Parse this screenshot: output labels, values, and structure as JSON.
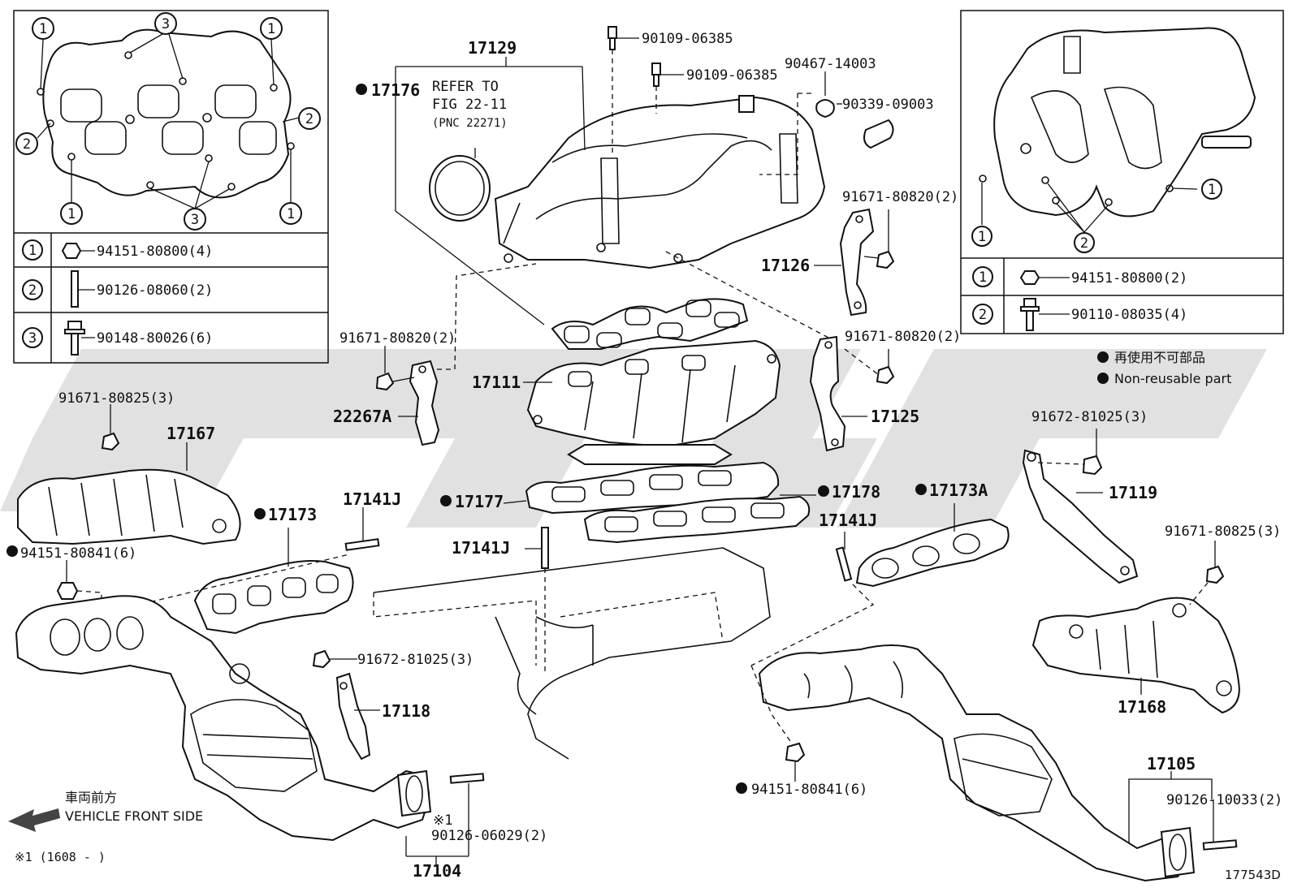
{
  "figure_code": "177543D",
  "legend": {
    "jp": "再使用不可部品",
    "en": "Non-reusable part"
  },
  "front_direction": {
    "jp": "車両前方",
    "en": "VEHICLE FRONT SIDE"
  },
  "footnote": "※1 (1608 -        )",
  "footnote_mark": "※1",
  "refer": {
    "line1": "REFER TO",
    "line2": "FIG 22-11",
    "line3": "(PNC 22271)"
  },
  "left_inset": {
    "callouts": [
      "1",
      "2",
      "3"
    ],
    "rows": [
      {
        "num": "1",
        "part": "94151-80800(4)"
      },
      {
        "num": "2",
        "part": "90126-08060(2)"
      },
      {
        "num": "3",
        "part": "90148-80026(6)"
      }
    ]
  },
  "right_inset": {
    "callouts": [
      "1",
      "2"
    ],
    "rows": [
      {
        "num": "1",
        "part": "94151-80800(2)"
      },
      {
        "num": "2",
        "part": "90110-08035(4)"
      }
    ]
  },
  "labels": {
    "p17129": "17129",
    "p17176": "17176",
    "p90109a": "90109-06385",
    "p90109b": "90109-06385",
    "p90467": "90467-14003",
    "p90339": "90339-09003",
    "p91671_tr": "91671-80820(2)",
    "p17126": "17126",
    "p91671_mr": "91671-80820(2)",
    "p17125": "17125",
    "p91671_ml": "91671-80820(2)",
    "p22267A": "22267A",
    "p17111": "17111",
    "p91671_825l": "91671-80825(3)",
    "p17167": "17167",
    "p17173": "17173",
    "p17141J_l": "17141J",
    "p17177": "17177",
    "p17178": "17178",
    "p17173A": "17173A",
    "p17141J_c": "17141J",
    "p17141J_r": "17141J",
    "p94151_l": "94151-80841(6)",
    "p91672_l": "91672-81025(3)",
    "p17118": "17118",
    "p91672_r": "91672-81025(3)",
    "p17119": "17119",
    "p91671_825r": "91671-80825(3)",
    "p17168": "17168",
    "p94151_r": "94151-80841(6)",
    "p17105": "17105",
    "p90126_10033": "90126-10033(2)",
    "p90126_06029": "90126-06029(2)",
    "p17104": "17104"
  }
}
